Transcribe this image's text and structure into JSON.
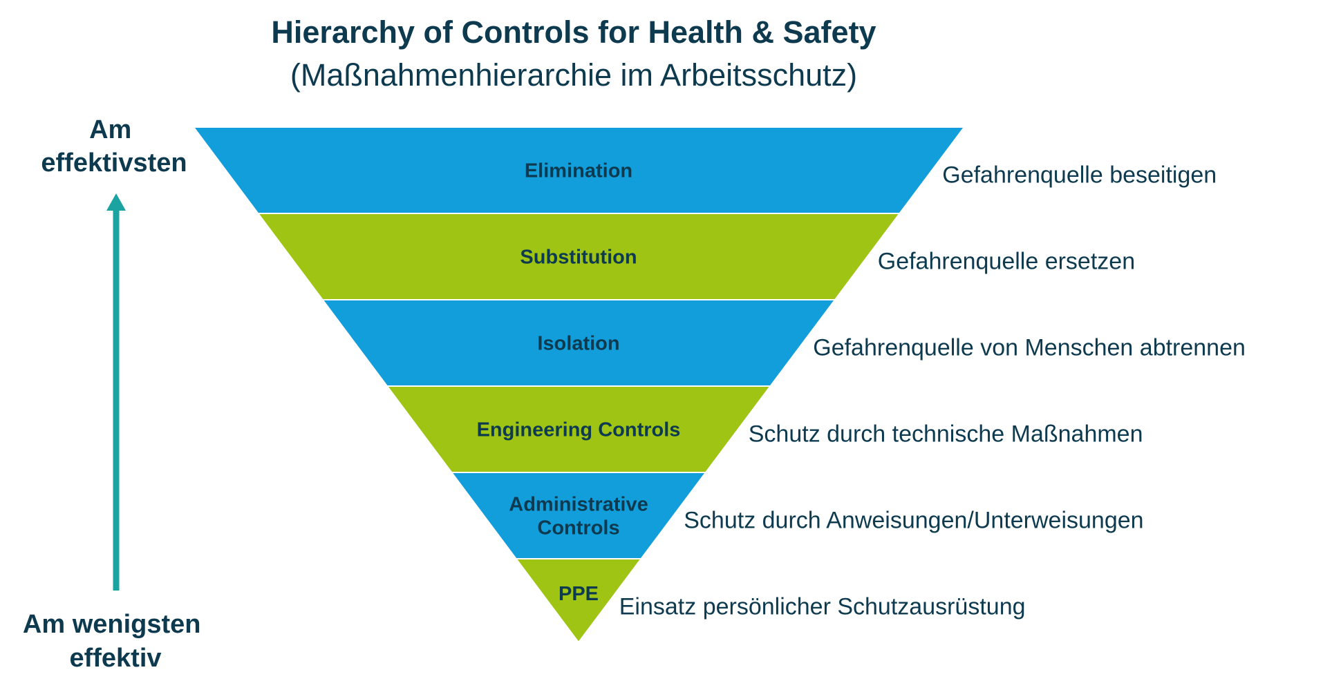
{
  "title": "Hierarchy of Controls for Health & Safety",
  "subtitle": "(Maßnahmenhierarchie im Arbeitsschutz)",
  "axis": {
    "top_label_lines": [
      "Am",
      "effektivsten"
    ],
    "bottom_label_lines": [
      "Am wenigsten",
      "effektiv"
    ]
  },
  "levels": [
    {
      "label_lines": [
        "Elimination"
      ],
      "description": "Gefahrenquelle beseitigen",
      "color": "#129ddb"
    },
    {
      "label_lines": [
        "Substitution"
      ],
      "description": "Gefahrenquelle ersetzen",
      "color": "#9fc414"
    },
    {
      "label_lines": [
        "Isolation"
      ],
      "description": "Gefahrenquelle von Menschen abtrennen",
      "color": "#129ddb"
    },
    {
      "label_lines": [
        "Engineering Controls"
      ],
      "description": "Schutz durch technische Maßnahmen",
      "color": "#9fc414"
    },
    {
      "label_lines": [
        "Administrative",
        "Controls"
      ],
      "description": "Schutz durch Anweisungen/Unterweisungen",
      "color": "#129ddb"
    },
    {
      "label_lines": [
        "PPE"
      ],
      "description": "Einsatz persönlicher Schutzausrüstung",
      "color": "#9fc414"
    }
  ],
  "colors": {
    "text": "#0d3a4f",
    "arrow": "#1aa3a0",
    "band_divider": "#ffffff"
  }
}
